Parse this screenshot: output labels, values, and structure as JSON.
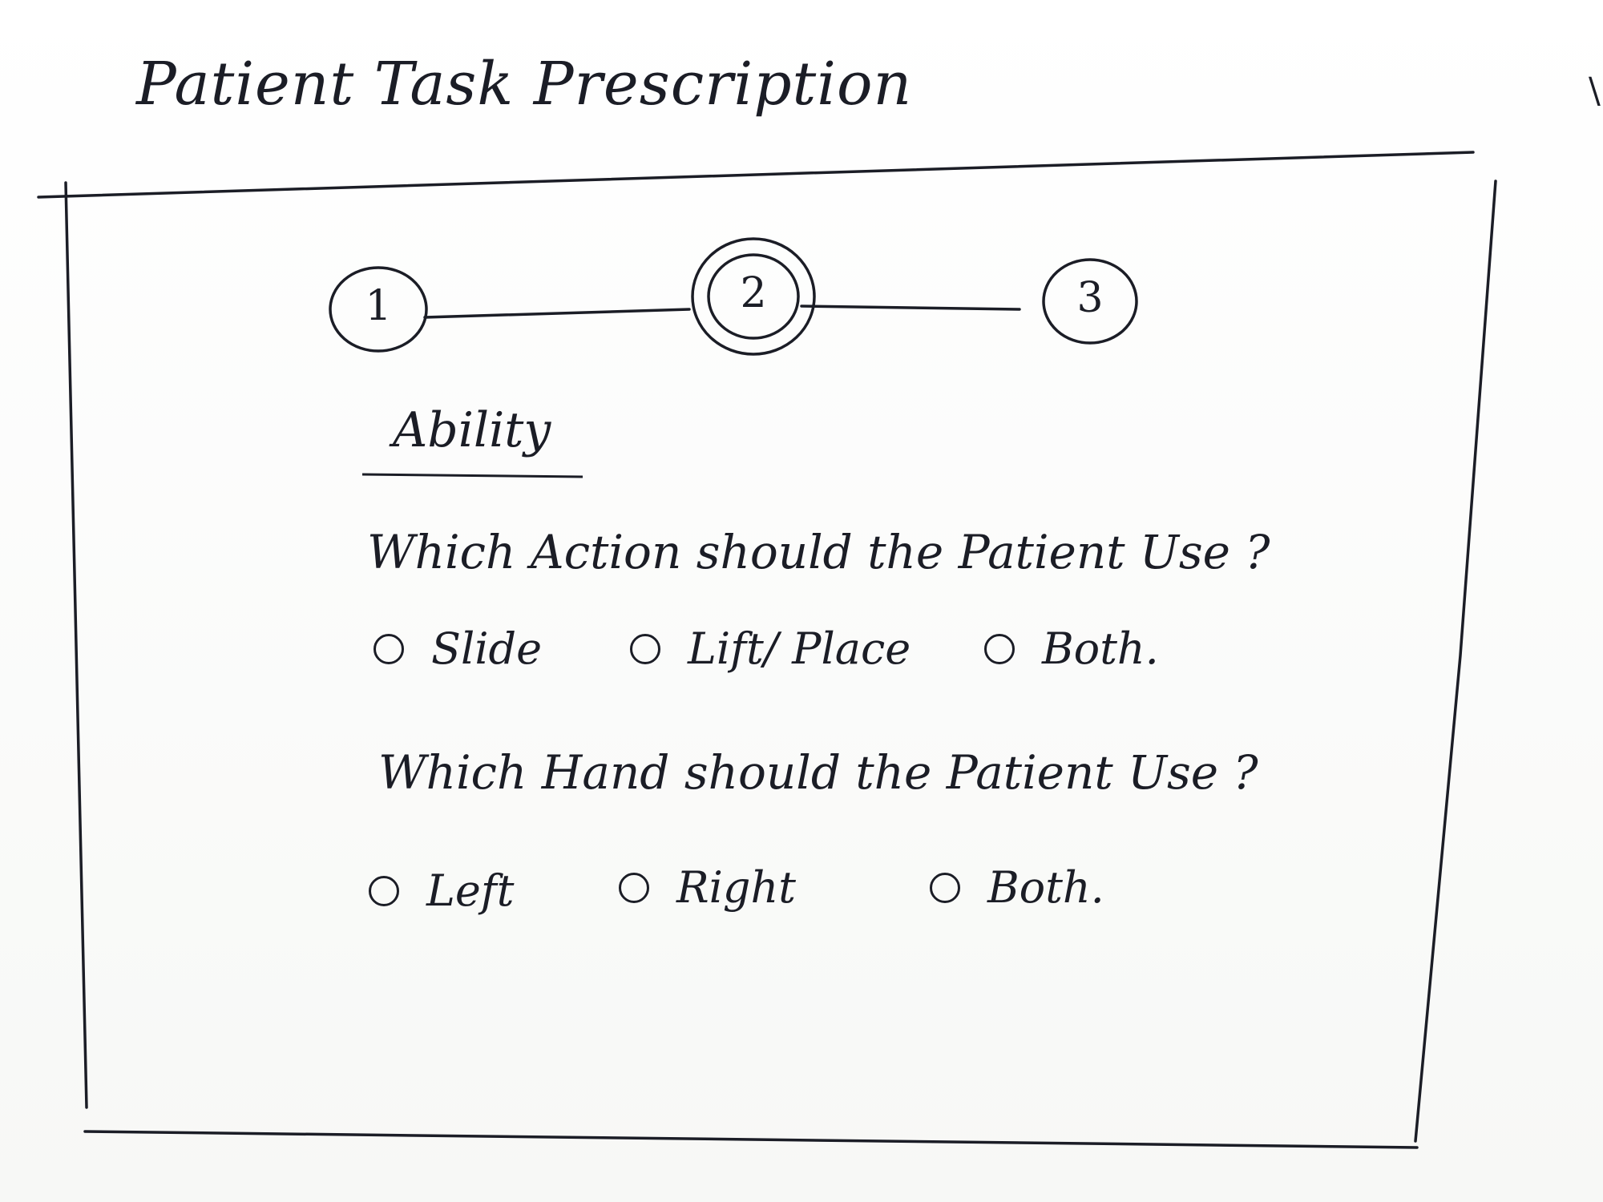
{
  "page": {
    "title": "Patient Task Prescription"
  },
  "stepper": {
    "steps": [
      {
        "label": "1",
        "state": "default"
      },
      {
        "label": "2",
        "state": "active"
      },
      {
        "label": "3",
        "state": "default"
      }
    ]
  },
  "section": {
    "heading": "Ability"
  },
  "action_question": {
    "text": "Which Action should the Patient Use ?",
    "options": [
      "Slide",
      "Lift/ Place",
      "Both."
    ],
    "selected": null
  },
  "hand_question": {
    "text": "Which Hand should the Patient Use ?",
    "options": [
      "Left",
      "Right",
      "Both."
    ],
    "selected": null
  },
  "colors": {
    "ink": "#1b1d26",
    "paper": "#ffffff"
  }
}
